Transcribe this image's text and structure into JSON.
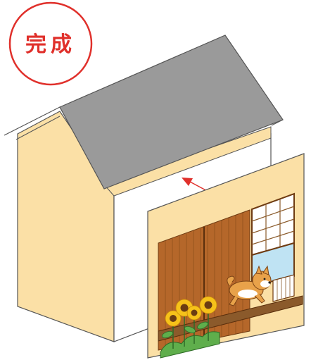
{
  "badge": {
    "label": "完成"
  },
  "colors": {
    "badge_red": "#e0302b",
    "wall_beige": "#fbe0a6",
    "wall_shade": "#f6d690",
    "roof_gray": "#9a9a9a",
    "outline": "#555555",
    "arrow_red": "#e0302b",
    "sudare_brown": "#b5672a",
    "shoji_white": "#ffffff",
    "window_sky": "#bfe3f3",
    "dog_orange": "#e8a24a",
    "sunflower_yellow": "#f6c21a",
    "leaf_green": "#5fae4c"
  },
  "icons": [
    "completed-stamp",
    "house-model",
    "insert-arrow",
    "scene-card",
    "sunflower",
    "shiba-dog"
  ]
}
